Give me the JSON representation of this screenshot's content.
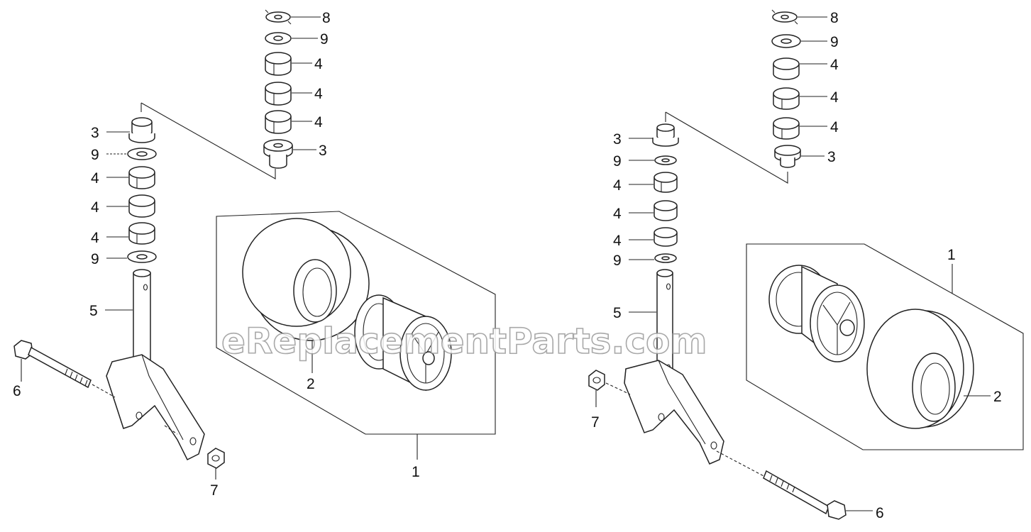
{
  "watermark": "eReplacementParts.com",
  "labels": {
    "left": {
      "top_stack": [
        "8",
        "9",
        "4",
        "4",
        "4",
        "3"
      ],
      "spindle_stack": [
        "3",
        "9",
        "4",
        "4",
        "4",
        "9"
      ],
      "spindle": "5",
      "bolt": "6",
      "nut": "7",
      "tire": "2",
      "wheel_assembly": "1"
    },
    "right": {
      "top_stack": [
        "8",
        "9",
        "4",
        "4",
        "4",
        "3"
      ],
      "spindle_stack": [
        "3",
        "9",
        "4",
        "4",
        "4",
        "9"
      ],
      "spindle": "5",
      "bolt": "6",
      "nut": "7",
      "tire": "2",
      "wheel_assembly": "1"
    }
  }
}
